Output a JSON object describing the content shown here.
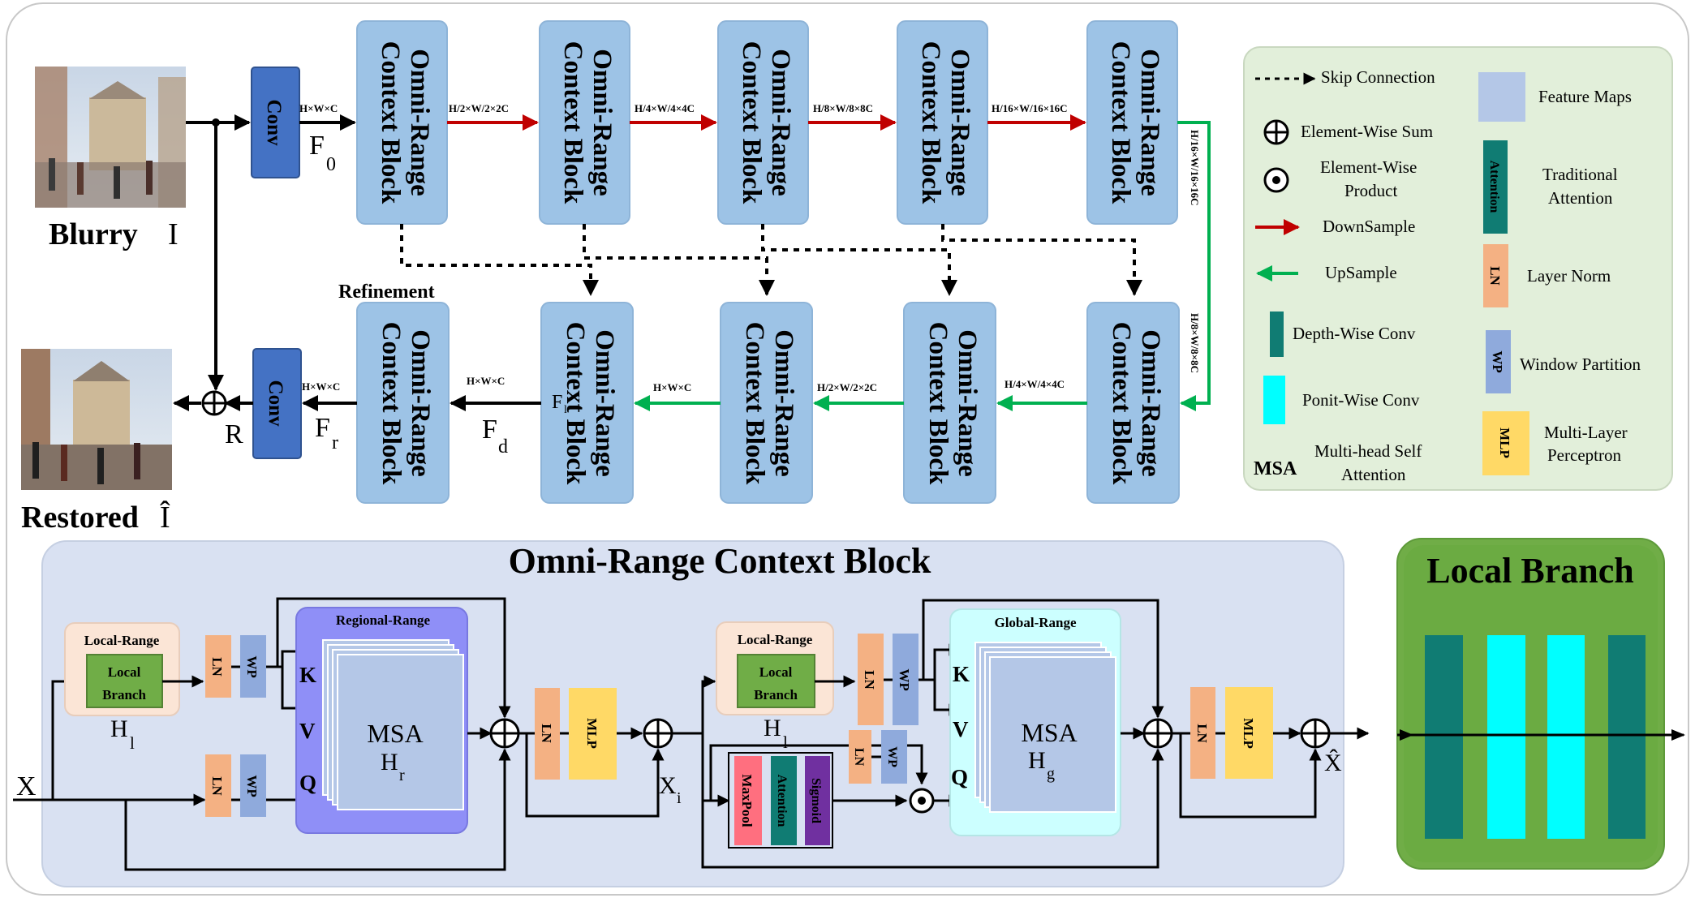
{
  "colors": {
    "block_fill": "#9dc3e6",
    "conv_fill": "#4472c4",
    "down_arrow": "#c00000",
    "up_arrow": "#00b050",
    "legend_bg": "#e2efda",
    "orcb_bg": "#d9e1f2",
    "regional_bg": "#8f8ff7",
    "global_bg": "#ccffff",
    "local_range_bg": "#fbe5d6",
    "local_branch_fill": "#70ad47",
    "ln_fill": "#f4b183",
    "wp_fill": "#8faadc",
    "mlp_fill": "#ffd966",
    "dw_conv": "#107c73",
    "pw_conv": "#00ffff",
    "local_panel_bg": "#70ad47",
    "local_panel_inner": "#538135",
    "maxpool_fill": "#ff6f7f",
    "sigmoid_fill": "#7030a0"
  },
  "top": {
    "input_label_a": "Blurry",
    "input_label_b": "I",
    "output_label_a": "Restored",
    "output_label_b": "Î",
    "conv_label": "Conv",
    "block_line1": "Omni-Range",
    "block_line2": "Context Block",
    "refinement_label": "Refinement",
    "f0": "F",
    "f0_sub": "0",
    "fr": "F",
    "fr_sub": "r",
    "fd": "F",
    "fd_sub": "d",
    "fl": "F",
    "fl_sub": "l",
    "r_label": "R",
    "dims": {
      "enc0": "H×W×C",
      "enc1": "H/2×W/2×2C",
      "enc2": "H/4×W/4×4C",
      "enc3": "H/8×W/8×8C",
      "enc4": "H/16×W/16×16C",
      "side1": "H/16×W/16×16C",
      "side2": "H/8×W/8×8C",
      "dec1": "H/4×W/4×4C",
      "dec2": "H/2×W/2×2C",
      "dec3": "H×W×C",
      "dec4": "H×W×C",
      "dec5": "H×W×C"
    }
  },
  "legend": {
    "skip": "Skip Connection",
    "sum": "Element-Wise Sum",
    "product_a": "Element-Wise",
    "product_b": "Product",
    "down": "DownSample",
    "up": "UpSample",
    "dw": "Depth-Wise Conv",
    "pw": "Ponit-Wise Conv",
    "msa_abbr": "MSA",
    "msa_a": "Multi-head Self",
    "msa_b": "Attention",
    "fm": "Feature Maps",
    "attn_icon": "Attention",
    "attn_a": "Traditional",
    "attn_b": "Attention",
    "ln_icon": "LN",
    "ln": "Layer Norm",
    "wp_icon": "WP",
    "wp": "Window Partition",
    "mlp_icon": "MLP",
    "mlp_a": "Multi-Layer",
    "mlp_b": "Perceptron"
  },
  "orcb": {
    "title": "Omni-Range Context Block",
    "local_range": "Local-Range",
    "local_branch_a": "Local",
    "local_branch_b": "Branch",
    "h": "H",
    "h_l_sub": "l",
    "h_r_sub": "r",
    "h_g_sub": "g",
    "regional": "Regional-Range",
    "global": "Global-Range",
    "msa": "MSA",
    "ln": "LN",
    "wp": "WP",
    "mlp": "MLP",
    "k": "K",
    "v": "V",
    "q": "Q",
    "x": "X",
    "x_hat": "X̂",
    "xi": "X",
    "xi_sub": "i",
    "maxpool": "MaxPool",
    "attention": "Attention",
    "sigmoid": "Sigmoid"
  },
  "local_panel": {
    "title": "Local Branch"
  }
}
